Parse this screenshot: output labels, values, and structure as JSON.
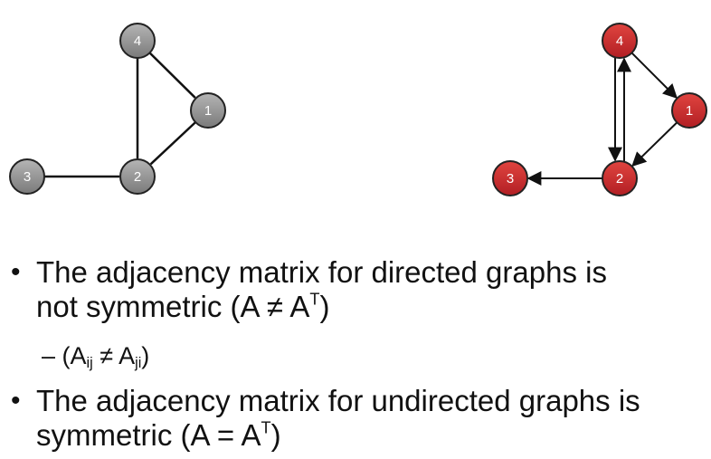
{
  "undirected_graph": {
    "nodes": [
      {
        "id": "1",
        "label": "1"
      },
      {
        "id": "2",
        "label": "2"
      },
      {
        "id": "3",
        "label": "3"
      },
      {
        "id": "4",
        "label": "4"
      }
    ],
    "edges": [
      [
        "4",
        "1"
      ],
      [
        "4",
        "2"
      ],
      [
        "1",
        "2"
      ],
      [
        "3",
        "2"
      ]
    ],
    "node_color": "#8c8c8c"
  },
  "directed_graph": {
    "nodes": [
      {
        "id": "1",
        "label": "1"
      },
      {
        "id": "2",
        "label": "2"
      },
      {
        "id": "3",
        "label": "3"
      },
      {
        "id": "4",
        "label": "4"
      }
    ],
    "edges": [
      [
        "4",
        "1"
      ],
      [
        "1",
        "2"
      ],
      [
        "4",
        "2"
      ],
      [
        "2",
        "4"
      ],
      [
        "2",
        "3"
      ]
    ],
    "node_color": "#c0262d"
  },
  "bullets": {
    "b1": {
      "line1": "The adjacency matrix for directed graphs is",
      "line2_pre": "not symmetric (A ≠ A",
      "sup": "T",
      "line2_post": ")"
    },
    "sub": {
      "dash": "–",
      "open": "(A",
      "sub1": "ij",
      "neq": " ≠ A",
      "sub2": "ji",
      "close": ")"
    },
    "b2": {
      "line1": "The adjacency matrix for undirected graphs is",
      "line2_pre": "symmetric (A = A",
      "sup": "T",
      "line2_post": ")"
    },
    "bullet_char": "•"
  }
}
